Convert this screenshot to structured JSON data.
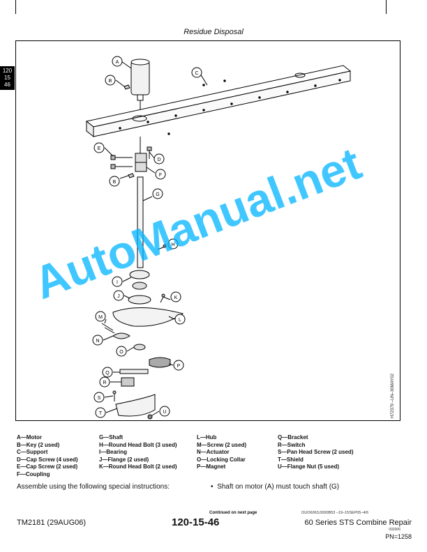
{
  "header": {
    "title": "Residue Disposal"
  },
  "section_tab": {
    "line1": "120",
    "line2": "15",
    "line3": "46"
  },
  "figure": {
    "side_code": "H72379 –UN–30MAY02",
    "callouts": [
      "A",
      "B",
      "C",
      "D",
      "E",
      "F",
      "G",
      "H",
      "I",
      "J",
      "K",
      "L",
      "M",
      "N",
      "O",
      "P",
      "Q",
      "R",
      "S",
      "T",
      "U"
    ],
    "callout_b2": "B"
  },
  "legend": {
    "col1": [
      "A—Motor",
      "B—Key (2 used)",
      "C—Support",
      "D—Cap Screw (4 used)",
      "E—Cap Screw (2 used)",
      "F—Coupling"
    ],
    "col2": [
      "G—Shaft",
      "H—Round Head Bolt (3 used)",
      "I—Bearing",
      "J—Flange (2 used)",
      "K—Round Head Bolt (2 used)"
    ],
    "col3": [
      "L—Hub",
      "M—Screw (2 used)",
      "N—Actuator",
      "O—Locking Collar",
      "P—Magnet"
    ],
    "col4": [
      "Q—Bracket",
      "R—Switch",
      "S—Pan Head Screw (2 used)",
      "T—Shield",
      "U—Flange Nut (5 used)"
    ]
  },
  "instructions": {
    "intro": "Assemble using the following special instructions:",
    "bullet": "Shaft on motor (A) must touch shaft (G)",
    "continued": "Continued on next page",
    "ref": "OUO6063,0000B53  –19–15SEP05–4/6"
  },
  "footer": {
    "left": "TM2181 (29AUG06)",
    "center": "120-15-46",
    "right": "60 Series STS Combine Repair",
    "date": "092006",
    "pn": "PN=1258"
  },
  "watermark": {
    "text": "AutoManual.net",
    "color": "#00b4ff"
  }
}
